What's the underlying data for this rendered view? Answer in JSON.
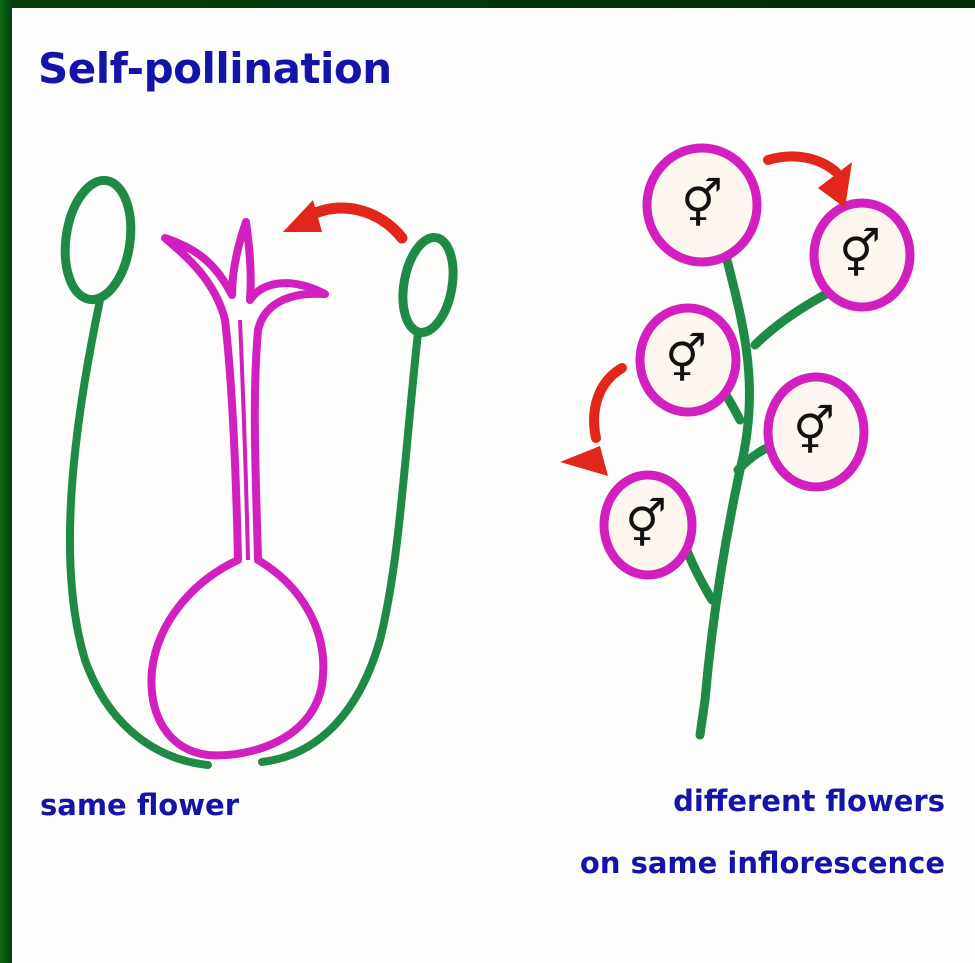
{
  "title": "Self-pollination",
  "captions": {
    "same_flower": "same flower",
    "different_flowers_line1": "different flowers",
    "different_flowers_line2": "on same inflorescence"
  },
  "symbols": {
    "hermaphrodite": "⚥"
  },
  "colors": {
    "text": "#1414a8",
    "stamen_green": "#1e8a45",
    "pistil_magenta": "#d21fbf",
    "arrow_red": "#e3261b",
    "frame_green": "#0a6b14"
  }
}
